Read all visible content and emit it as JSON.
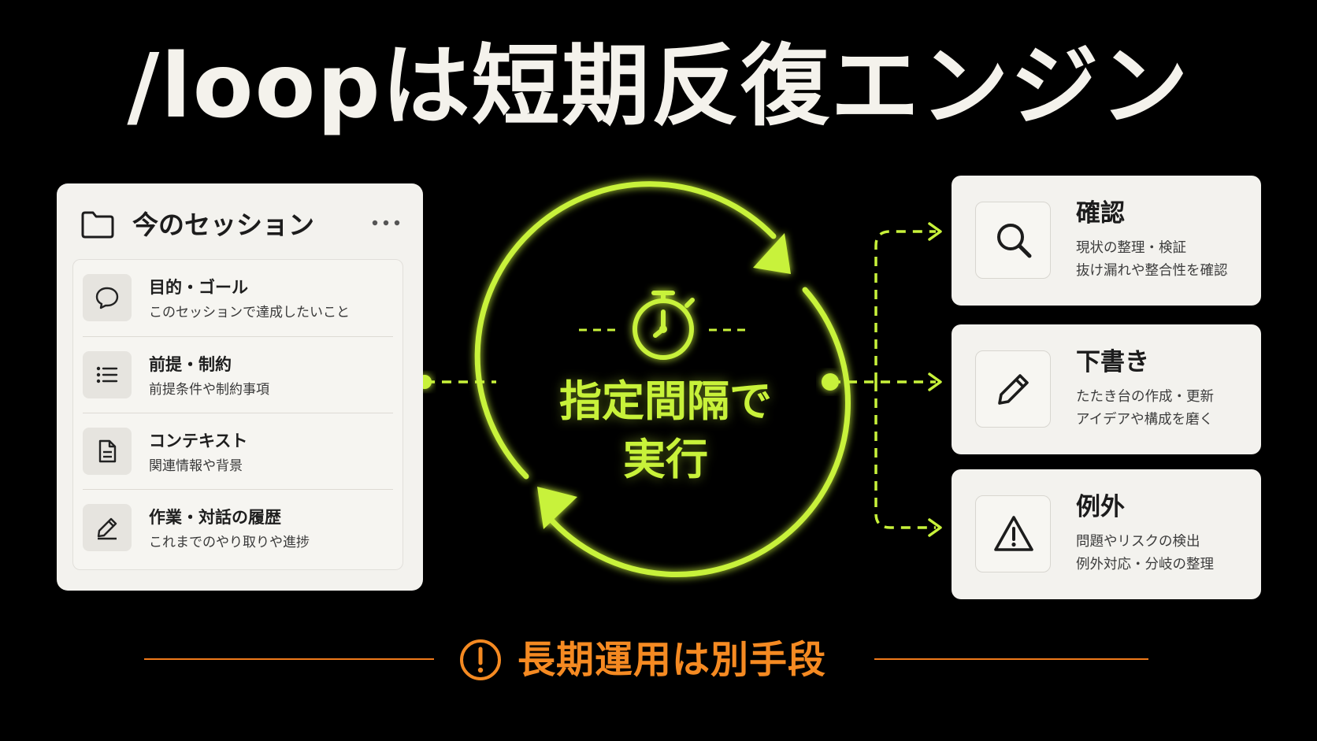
{
  "title": "/loopは短期反復エンジン",
  "session": {
    "icon": "folder-icon",
    "title": "今のセッション",
    "more_icon": "more-icon",
    "items": [
      {
        "icon": "chat-bubble-icon",
        "title": "目的・ゴール",
        "desc": "このセッションで達成したいこと"
      },
      {
        "icon": "list-icon",
        "title": "前提・制約",
        "desc": "前提条件や制約事項"
      },
      {
        "icon": "document-icon",
        "title": "コンテキスト",
        "desc": "関連情報や背景"
      },
      {
        "icon": "pencil-icon",
        "title": "作業・対話の履歴",
        "desc": "これまでのやり取りや進捗"
      }
    ]
  },
  "loop": {
    "icon": "stopwatch-icon",
    "label_line1": "指定間隔で",
    "label_line2": "実行",
    "accent_color": "#c8f23a"
  },
  "actions": [
    {
      "icon": "search-icon",
      "title": "確認",
      "desc_line1": "現状の整理・検証",
      "desc_line2": "抜け漏れや整合性を確認"
    },
    {
      "icon": "pencil-icon",
      "title": "下書き",
      "desc_line1": "たたき台の作成・更新",
      "desc_line2": "アイデアや構成を磨く"
    },
    {
      "icon": "warning-icon",
      "title": "例外",
      "desc_line1": "問題やリスクの検出",
      "desc_line2": "例外対応・分岐の整理"
    }
  ],
  "note": {
    "icon": "exclamation-circle-icon",
    "text": "長期運用は別手段",
    "color": "#f58a22"
  }
}
